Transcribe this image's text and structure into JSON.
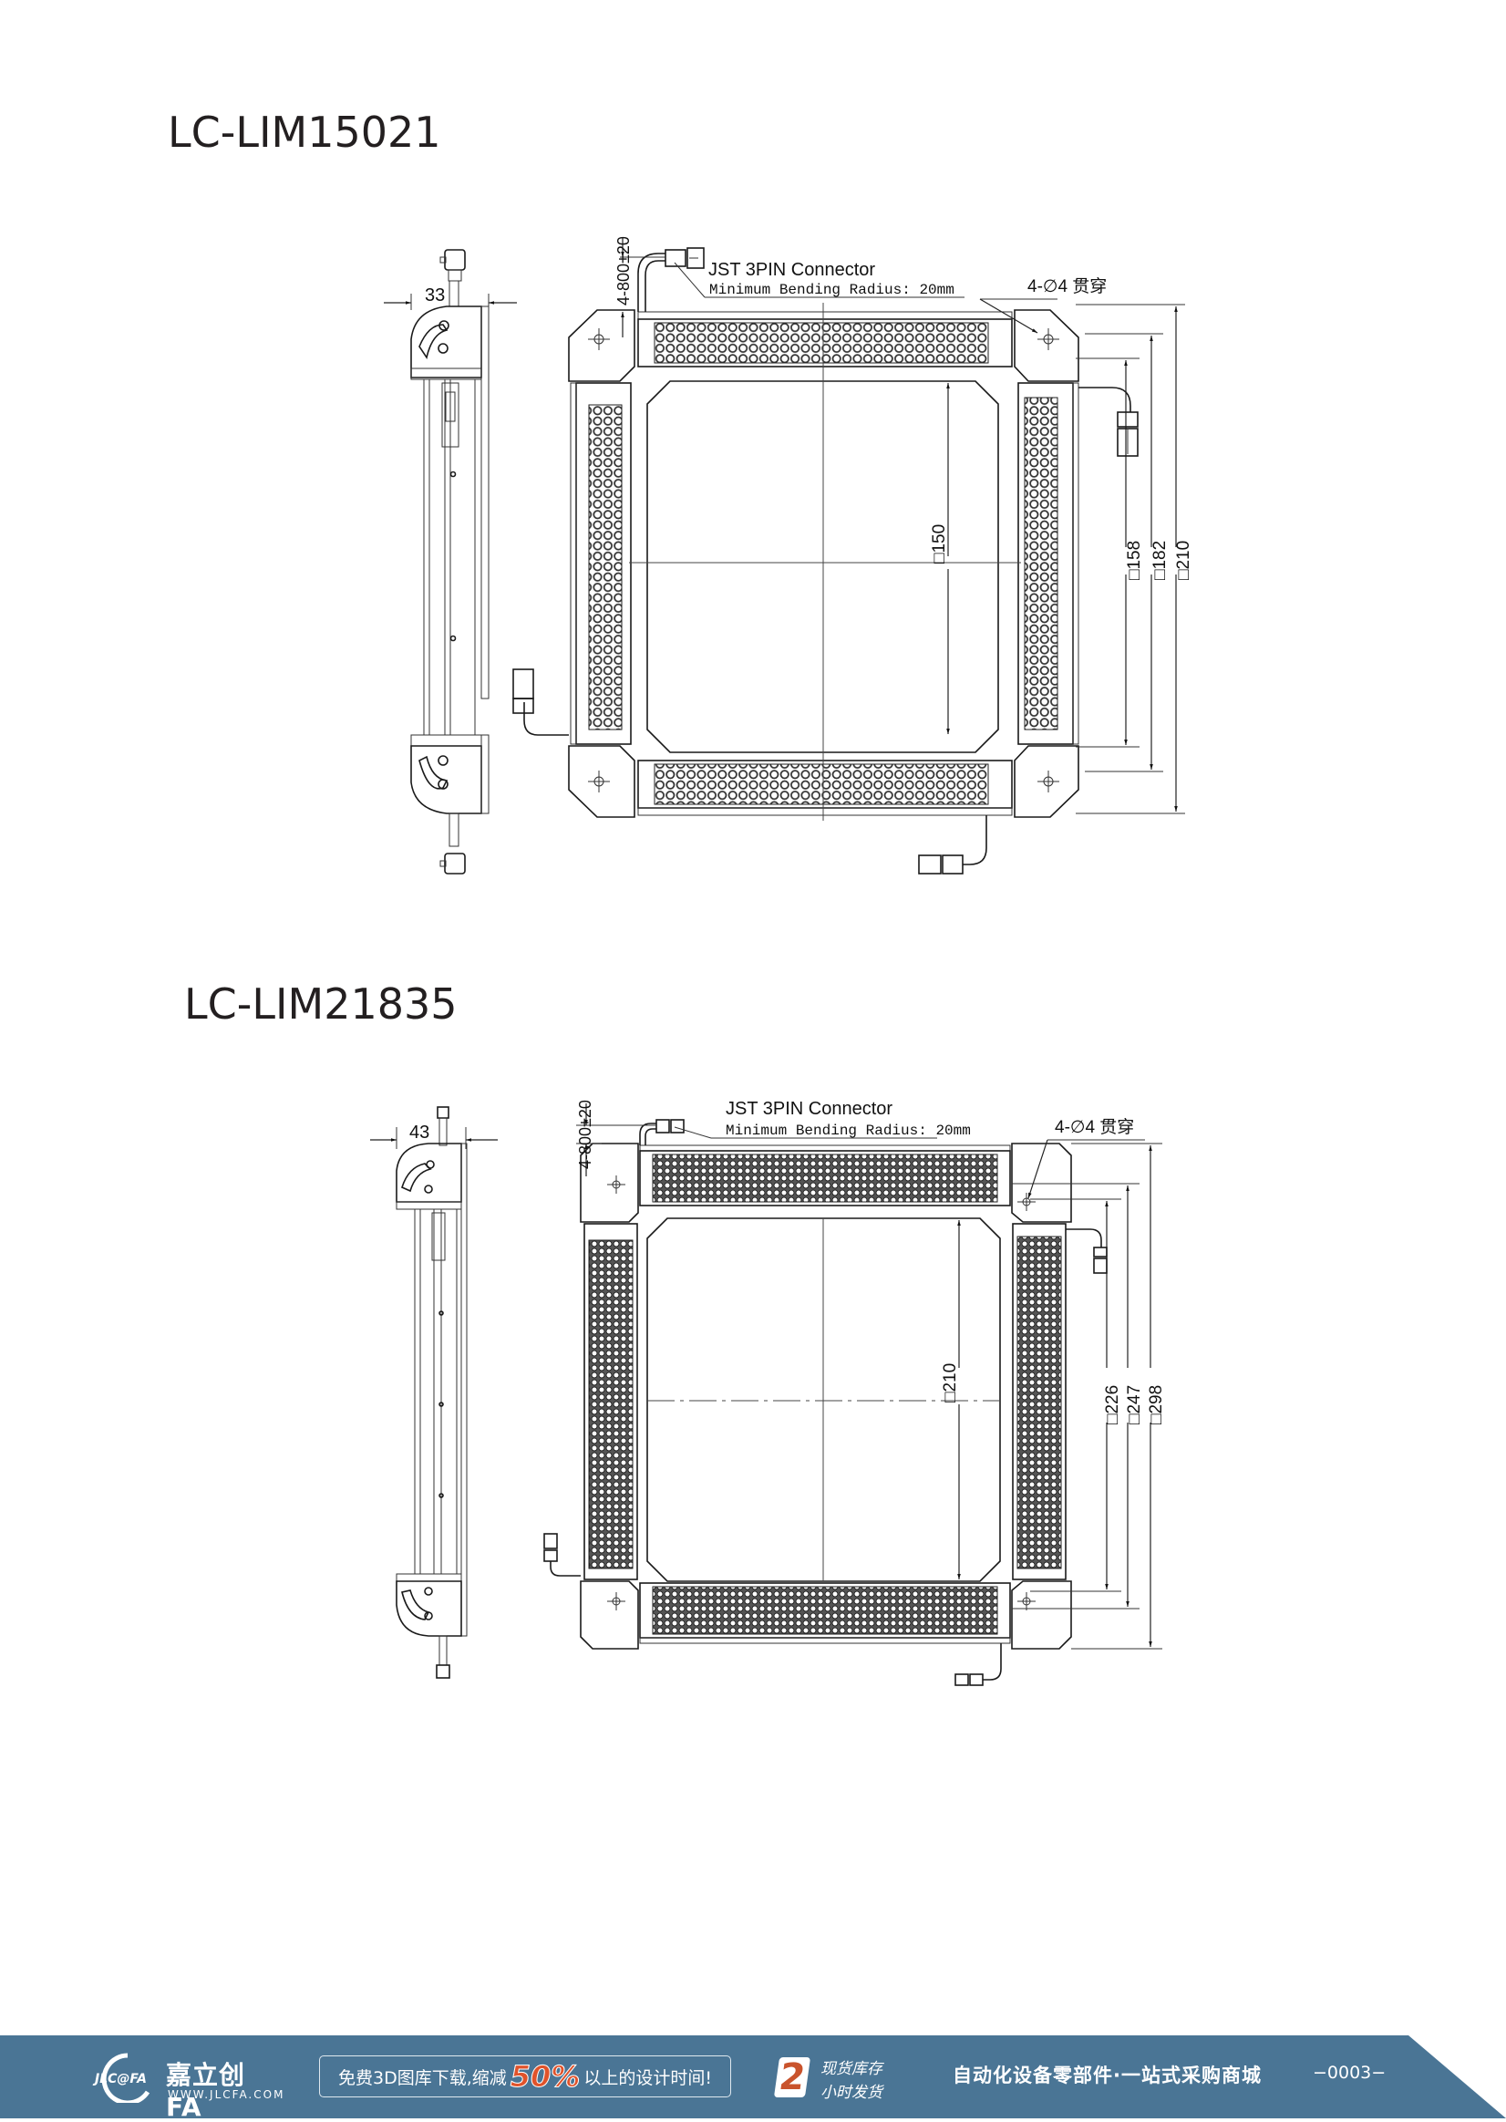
{
  "drawings": [
    {
      "model": "LC-LIM15021",
      "side_view": {
        "width_dim": "33"
      },
      "connector_label": "JST 3PIN Connector",
      "bending_label": "Minimum Bending Radius: 20mm",
      "cable_length_dim": "4-800±20",
      "hole_label": "4-∅4 贯穿",
      "dims": {
        "inner": "□150",
        "d1": "□158",
        "d2": "□182",
        "d3": "□210"
      }
    },
    {
      "model": "LC-LIM21835",
      "side_view": {
        "width_dim": "43"
      },
      "connector_label": "JST 3PIN Connector",
      "bending_label": "Minimum Bending Radius: 20mm",
      "cable_length_dim": "4-800±20",
      "hole_label": "4-∅4 贯穿",
      "dims": {
        "inner": "□210",
        "d1": "□226",
        "d2": "□247",
        "d3": "□298"
      }
    }
  ],
  "footer": {
    "logo_mark": "JLC@FA",
    "logo_name": "嘉立创FA",
    "logo_url": "WWW.JLCFA.COM",
    "promo_prefix": "免费3D图库下载,缩减",
    "promo_percent": "50%",
    "promo_suffix": "以上的设计时间!",
    "stock_number": "2",
    "stock_line1": "现货库存",
    "stock_line2": "小时发货",
    "slogan": "自动化设备零部件·一站式采购商城",
    "page_number": "−0003−",
    "colors": {
      "bar": "#4a7595",
      "accent": "#e0532b"
    }
  }
}
